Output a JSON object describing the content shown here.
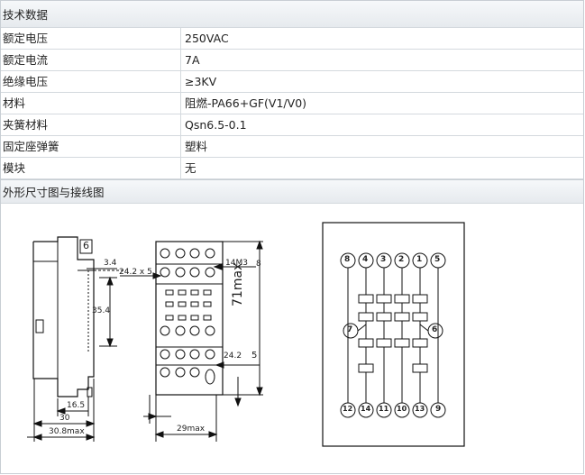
{
  "table": {
    "header": "技术数据",
    "rows": [
      {
        "label": "额定电压",
        "value": "250VAC"
      },
      {
        "label": "额定电流",
        "value": "7A"
      },
      {
        "label": "绝缘电压",
        "value": "≥3KV"
      },
      {
        "label": "材料",
        "value": "阻燃-PA66+GF(V1/V0)"
      },
      {
        "label": "夹簧材料",
        "value": "Qsn6.5-0.1"
      },
      {
        "label": "固定座弹簧",
        "value": "塑料"
      },
      {
        "label": "模块",
        "value": "无"
      }
    ],
    "section_title": "外形尺寸图与接线图"
  },
  "drawing": {
    "side_view": {
      "dim_6": "6",
      "dim_3_4": "3.4",
      "dim_35_4": "35.4",
      "dim_16_5": "16.5",
      "dim_30": "30",
      "dim_30_8max": "30.8max"
    },
    "front_view": {
      "dim_24_2x5": "24.2 x 5",
      "dim_14m3": "14M3",
      "dim_8": "8",
      "dim_71max": "71max",
      "dim_24_2": "24.2",
      "dim_5": "5",
      "dim_29max": "29max"
    },
    "wiring": {
      "top_terminals": [
        "8",
        "4",
        "3",
        "2",
        "1",
        "5"
      ],
      "mid_left": "7",
      "mid_right": "6",
      "bottom_terminals": [
        "12",
        "14",
        "11",
        "10",
        "13",
        "9"
      ]
    }
  }
}
